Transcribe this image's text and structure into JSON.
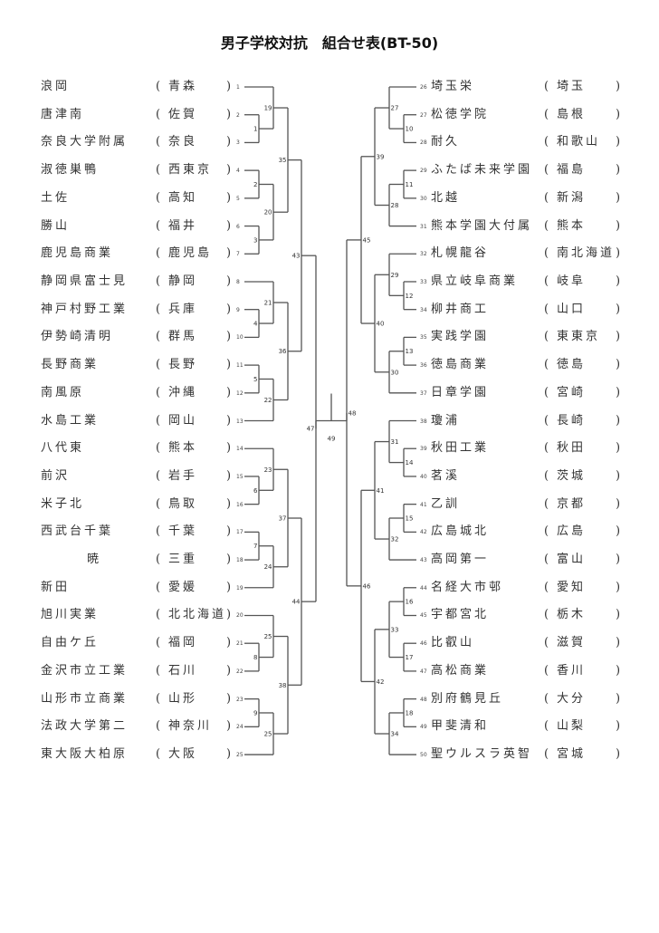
{
  "title": "男子学校対抗　組合せ表(BT-50)",
  "open_paren": "(",
  "close_paren": ")",
  "entries": [
    {
      "seed": "1",
      "school": "浪岡",
      "pref": "青森"
    },
    {
      "seed": "2",
      "school": "唐津南",
      "pref": "佐賀"
    },
    {
      "seed": "3",
      "school": "奈良大学附属",
      "pref": "奈良"
    },
    {
      "seed": "4",
      "school": "淑徳巣鴨",
      "pref": "西東京"
    },
    {
      "seed": "5",
      "school": "土佐",
      "pref": "高知"
    },
    {
      "seed": "6",
      "school": "勝山",
      "pref": "福井"
    },
    {
      "seed": "7",
      "school": "鹿児島商業",
      "pref": "鹿児島"
    },
    {
      "seed": "8",
      "school": "静岡県富士見",
      "pref": "静岡"
    },
    {
      "seed": "9",
      "school": "神戸村野工業",
      "pref": "兵庫"
    },
    {
      "seed": "10",
      "school": "伊勢崎清明",
      "pref": "群馬"
    },
    {
      "seed": "11",
      "school": "長野商業",
      "pref": "長野"
    },
    {
      "seed": "12",
      "school": "南風原",
      "pref": "沖縄"
    },
    {
      "seed": "13",
      "school": "水島工業",
      "pref": "岡山"
    },
    {
      "seed": "14",
      "school": "八代東",
      "pref": "熊本"
    },
    {
      "seed": "15",
      "school": "前沢",
      "pref": "岩手"
    },
    {
      "seed": "16",
      "school": "米子北",
      "pref": "鳥取"
    },
    {
      "seed": "17",
      "school": "西武台千葉",
      "pref": "千葉"
    },
    {
      "seed": "18",
      "school": "暁",
      "pref": "三重"
    },
    {
      "seed": "19",
      "school": "新田",
      "pref": "愛媛"
    },
    {
      "seed": "20",
      "school": "旭川実業",
      "pref": "北北海道"
    },
    {
      "seed": "21",
      "school": "自由ケ丘",
      "pref": "福岡"
    },
    {
      "seed": "22",
      "school": "金沢市立工業",
      "pref": "石川"
    },
    {
      "seed": "23",
      "school": "山形市立商業",
      "pref": "山形"
    },
    {
      "seed": "24",
      "school": "法政大学第二",
      "pref": "神奈川"
    },
    {
      "seed": "25",
      "school": "東大阪大柏原",
      "pref": "大阪"
    },
    {
      "seed": "26",
      "school": "埼玉栄",
      "pref": "埼玉"
    },
    {
      "seed": "27",
      "school": "松徳学院",
      "pref": "島根"
    },
    {
      "seed": "28",
      "school": "耐久",
      "pref": "和歌山"
    },
    {
      "seed": "29",
      "school": "ふたば未来学園",
      "pref": "福島"
    },
    {
      "seed": "30",
      "school": "北越",
      "pref": "新潟"
    },
    {
      "seed": "31",
      "school": "熊本学園大付属",
      "pref": "熊本"
    },
    {
      "seed": "32",
      "school": "札幌龍谷",
      "pref": "南北海道"
    },
    {
      "seed": "33",
      "school": "県立岐阜商業",
      "pref": "岐阜"
    },
    {
      "seed": "34",
      "school": "柳井商工",
      "pref": "山口"
    },
    {
      "seed": "35",
      "school": "実践学園",
      "pref": "東東京"
    },
    {
      "seed": "36",
      "school": "徳島商業",
      "pref": "徳島"
    },
    {
      "seed": "37",
      "school": "日章学園",
      "pref": "宮崎"
    },
    {
      "seed": "38",
      "school": "瓊浦",
      "pref": "長崎"
    },
    {
      "seed": "39",
      "school": "秋田工業",
      "pref": "秋田"
    },
    {
      "seed": "40",
      "school": "茗溪",
      "pref": "茨城"
    },
    {
      "seed": "41",
      "school": "乙訓",
      "pref": "京都"
    },
    {
      "seed": "42",
      "school": "広島城北",
      "pref": "広島"
    },
    {
      "seed": "43",
      "school": "高岡第一",
      "pref": "富山"
    },
    {
      "seed": "44",
      "school": "名経大市邨",
      "pref": "愛知"
    },
    {
      "seed": "45",
      "school": "宇都宮北",
      "pref": "栃木"
    },
    {
      "seed": "46",
      "school": "比叡山",
      "pref": "滋賀"
    },
    {
      "seed": "47",
      "school": "高松商業",
      "pref": "香川"
    },
    {
      "seed": "48",
      "school": "別府鶴見丘",
      "pref": "大分"
    },
    {
      "seed": "49",
      "school": "甲斐清和",
      "pref": "山梨"
    },
    {
      "seed": "50",
      "school": "聖ウルスラ英智",
      "pref": "宮城"
    }
  ],
  "bracket": {
    "final_label": "49",
    "left": {
      "label": "47",
      "children": [
        {
          "label": "43",
          "children": [
            {
              "label": "35",
              "children": [
                {
                  "label": "19",
                  "children": [
                    1,
                    {
                      "label": "1",
                      "children": [
                        2,
                        3
                      ]
                    }
                  ]
                },
                {
                  "label": "20",
                  "children": [
                    {
                      "label": "2",
                      "children": [
                        4,
                        5
                      ]
                    },
                    {
                      "label": "3",
                      "children": [
                        6,
                        7
                      ]
                    }
                  ]
                }
              ]
            },
            {
              "label": "36",
              "children": [
                {
                  "label": "21",
                  "children": [
                    8,
                    {
                      "label": "4",
                      "children": [
                        9,
                        10
                      ]
                    }
                  ]
                },
                {
                  "label": "22",
                  "children": [
                    {
                      "label": "5",
                      "children": [
                        11,
                        12
                      ]
                    },
                    13
                  ]
                }
              ]
            }
          ]
        },
        {
          "label": "44",
          "children": [
            {
              "label": "37",
              "children": [
                {
                  "label": "23",
                  "children": [
                    14,
                    {
                      "label": "6",
                      "children": [
                        15,
                        16
                      ]
                    }
                  ]
                },
                {
                  "label": "24",
                  "children": [
                    {
                      "label": "7",
                      "children": [
                        17,
                        18
                      ]
                    },
                    19
                  ]
                }
              ]
            },
            {
              "label": "38",
              "children": [
                {
                  "label": "25",
                  "children": [
                    20,
                    {
                      "label": "8",
                      "children": [
                        21,
                        22
                      ]
                    }
                  ]
                },
                {
                  "label": "25",
                  "children": [
                    {
                      "label": "9",
                      "children": [
                        23,
                        24
                      ]
                    },
                    25
                  ]
                }
              ]
            }
          ]
        }
      ]
    },
    "right": {
      "label": "48",
      "children": [
        {
          "label": "45",
          "children": [
            {
              "label": "39",
              "children": [
                {
                  "label": "27",
                  "children": [
                    26,
                    {
                      "label": "10",
                      "children": [
                        27,
                        28
                      ]
                    }
                  ]
                },
                {
                  "label": "28",
                  "children": [
                    {
                      "label": "11",
                      "children": [
                        29,
                        30
                      ]
                    },
                    31
                  ]
                }
              ]
            },
            {
              "label": "40",
              "children": [
                {
                  "label": "29",
                  "children": [
                    32,
                    {
                      "label": "12",
                      "children": [
                        33,
                        34
                      ]
                    }
                  ]
                },
                {
                  "label": "30",
                  "children": [
                    {
                      "label": "13",
                      "children": [
                        35,
                        36
                      ]
                    },
                    37
                  ]
                }
              ]
            }
          ]
        },
        {
          "label": "46",
          "children": [
            {
              "label": "41",
              "children": [
                {
                  "label": "31",
                  "children": [
                    38,
                    {
                      "label": "14",
                      "children": [
                        39,
                        40
                      ]
                    }
                  ]
                },
                {
                  "label": "32",
                  "children": [
                    {
                      "label": "15",
                      "children": [
                        41,
                        42
                      ]
                    },
                    43
                  ]
                }
              ]
            },
            {
              "label": "42",
              "children": [
                {
                  "label": "33",
                  "children": [
                    {
                      "label": "16",
                      "children": [
                        44,
                        45
                      ]
                    },
                    {
                      "label": "17",
                      "children": [
                        46,
                        47
                      ]
                    }
                  ]
                },
                {
                  "label": "34",
                  "children": [
                    {
                      "label": "18",
                      "children": [
                        48,
                        49
                      ]
                    },
                    50
                  ]
                }
              ]
            }
          ]
        }
      ]
    }
  }
}
